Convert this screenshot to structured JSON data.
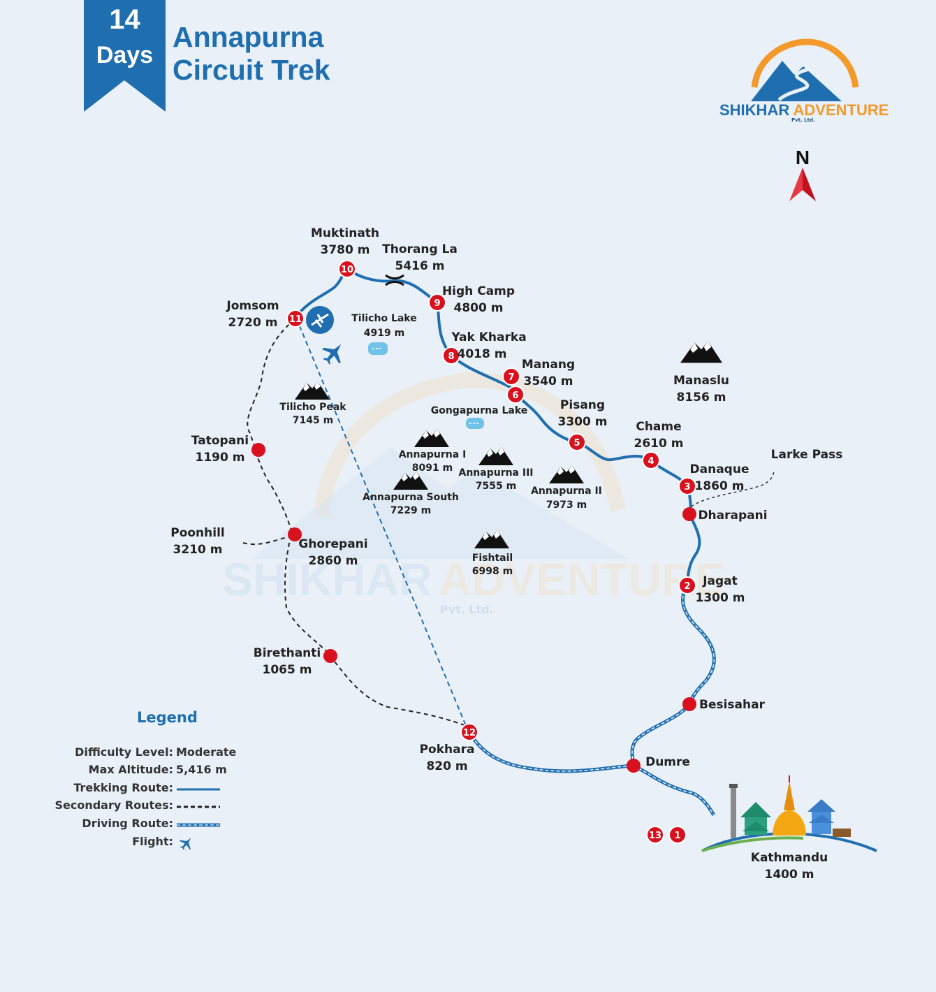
{
  "header": {
    "days_number": "14",
    "days_label": "Days",
    "title_line1": "Annapurna",
    "title_line2": "Circuit Trek"
  },
  "logo": {
    "brand_part1": "SHIKHAR",
    "brand_part2": "ADVENTURE",
    "sub": "Pvt. Ltd.",
    "colors": {
      "primary": "#1f6fb0",
      "accent": "#f39a2b"
    }
  },
  "compass": {
    "letter": "N",
    "color": "#e63946"
  },
  "watermark": {
    "text1": "SHIKHAR",
    "text2": "ADVENTURE",
    "sub": "Pvt. Ltd."
  },
  "stops": [
    {
      "id": "muktinath",
      "name": "Muktinath",
      "alt": "3780 m",
      "num": "10"
    },
    {
      "id": "thorang-la",
      "name": "Thorang La",
      "alt": "5416 m",
      "num": ""
    },
    {
      "id": "high-camp",
      "name": "High Camp",
      "alt": "4800 m",
      "num": "9"
    },
    {
      "id": "jomsom",
      "name": "Jomsom",
      "alt": "2720 m",
      "num": "11"
    },
    {
      "id": "yak-kharka",
      "name": "Yak Kharka",
      "alt": "4018 m",
      "num": "8"
    },
    {
      "id": "manang",
      "name": "Manang",
      "alt": "3540 m",
      "num": "7"
    },
    {
      "id": "pisang",
      "name": "Pisang",
      "alt": "3300 m",
      "num": "6"
    },
    {
      "id": "chame",
      "name": "Chame",
      "alt": "2610 m",
      "num": "5"
    },
    {
      "id": "danaque",
      "name": "Danaque",
      "alt": "1860 m",
      "num": "4"
    },
    {
      "id": "dharapani",
      "name": "Dharapani",
      "alt": "",
      "num": "3"
    },
    {
      "id": "jagat",
      "name": "Jagat",
      "alt": "1300 m",
      "num": "2"
    },
    {
      "id": "besisahar",
      "name": "Besisahar",
      "alt": "",
      "num": ""
    },
    {
      "id": "dumre",
      "name": "Dumre",
      "alt": "",
      "num": ""
    },
    {
      "id": "tatopani",
      "name": "Tatopani",
      "alt": "1190 m",
      "num": ""
    },
    {
      "id": "poonhill",
      "name": "Poonhill",
      "alt": "3210 m",
      "num": ""
    },
    {
      "id": "ghorepani",
      "name": "Ghorepani",
      "alt": "2860  m",
      "num": ""
    },
    {
      "id": "birethanti",
      "name": "Birethanti",
      "alt": "1065 m",
      "num": ""
    },
    {
      "id": "pokhara",
      "name": "Pokhara",
      "alt": "820 m",
      "num": "12"
    },
    {
      "id": "kathmandu",
      "name": "Kathmandu",
      "alt": "1400 m",
      "nums": [
        "13",
        "1"
      ]
    },
    {
      "id": "larke-pass",
      "name": "Larke Pass",
      "alt": "",
      "num": ""
    }
  ],
  "peaks": [
    {
      "id": "manaslu",
      "name": "Manaslu",
      "alt": "8156 m"
    },
    {
      "id": "tilicho-peak",
      "name": "Tilicho Peak",
      "alt": "7145 m"
    },
    {
      "id": "annapurna-i",
      "name": "Annapurna I",
      "alt": "8091 m"
    },
    {
      "id": "annapurna-iii",
      "name": "Annapurna III",
      "alt": "7555 m"
    },
    {
      "id": "annapurna-ii",
      "name": "Annapurna II",
      "alt": "7973 m"
    },
    {
      "id": "annapurna-south",
      "name": "Annapurna South",
      "alt": "7229 m"
    },
    {
      "id": "fishtail",
      "name": "Fishtail",
      "alt": "6998 m"
    }
  ],
  "lakes": [
    {
      "id": "tilicho-lake",
      "name": "Tilicho Lake",
      "alt": "4919 m"
    },
    {
      "id": "gongapurna-lake",
      "name": "Gongapurna Lake",
      "alt": ""
    }
  ],
  "legend": {
    "title": "Legend",
    "difficulty_key": "Difficulty Level:",
    "difficulty_value": "Moderate",
    "altitude_key": "Max Altitude:",
    "altitude_value": "5,416 m",
    "trekking_key": "Trekking Route:",
    "secondary_key": "Secondary Routes:",
    "driving_key": "Driving Route:",
    "flight_key": "Flight:",
    "colors": {
      "route": "#1f6fb0",
      "secondary": "#222222",
      "stop": "#d9101d"
    }
  }
}
